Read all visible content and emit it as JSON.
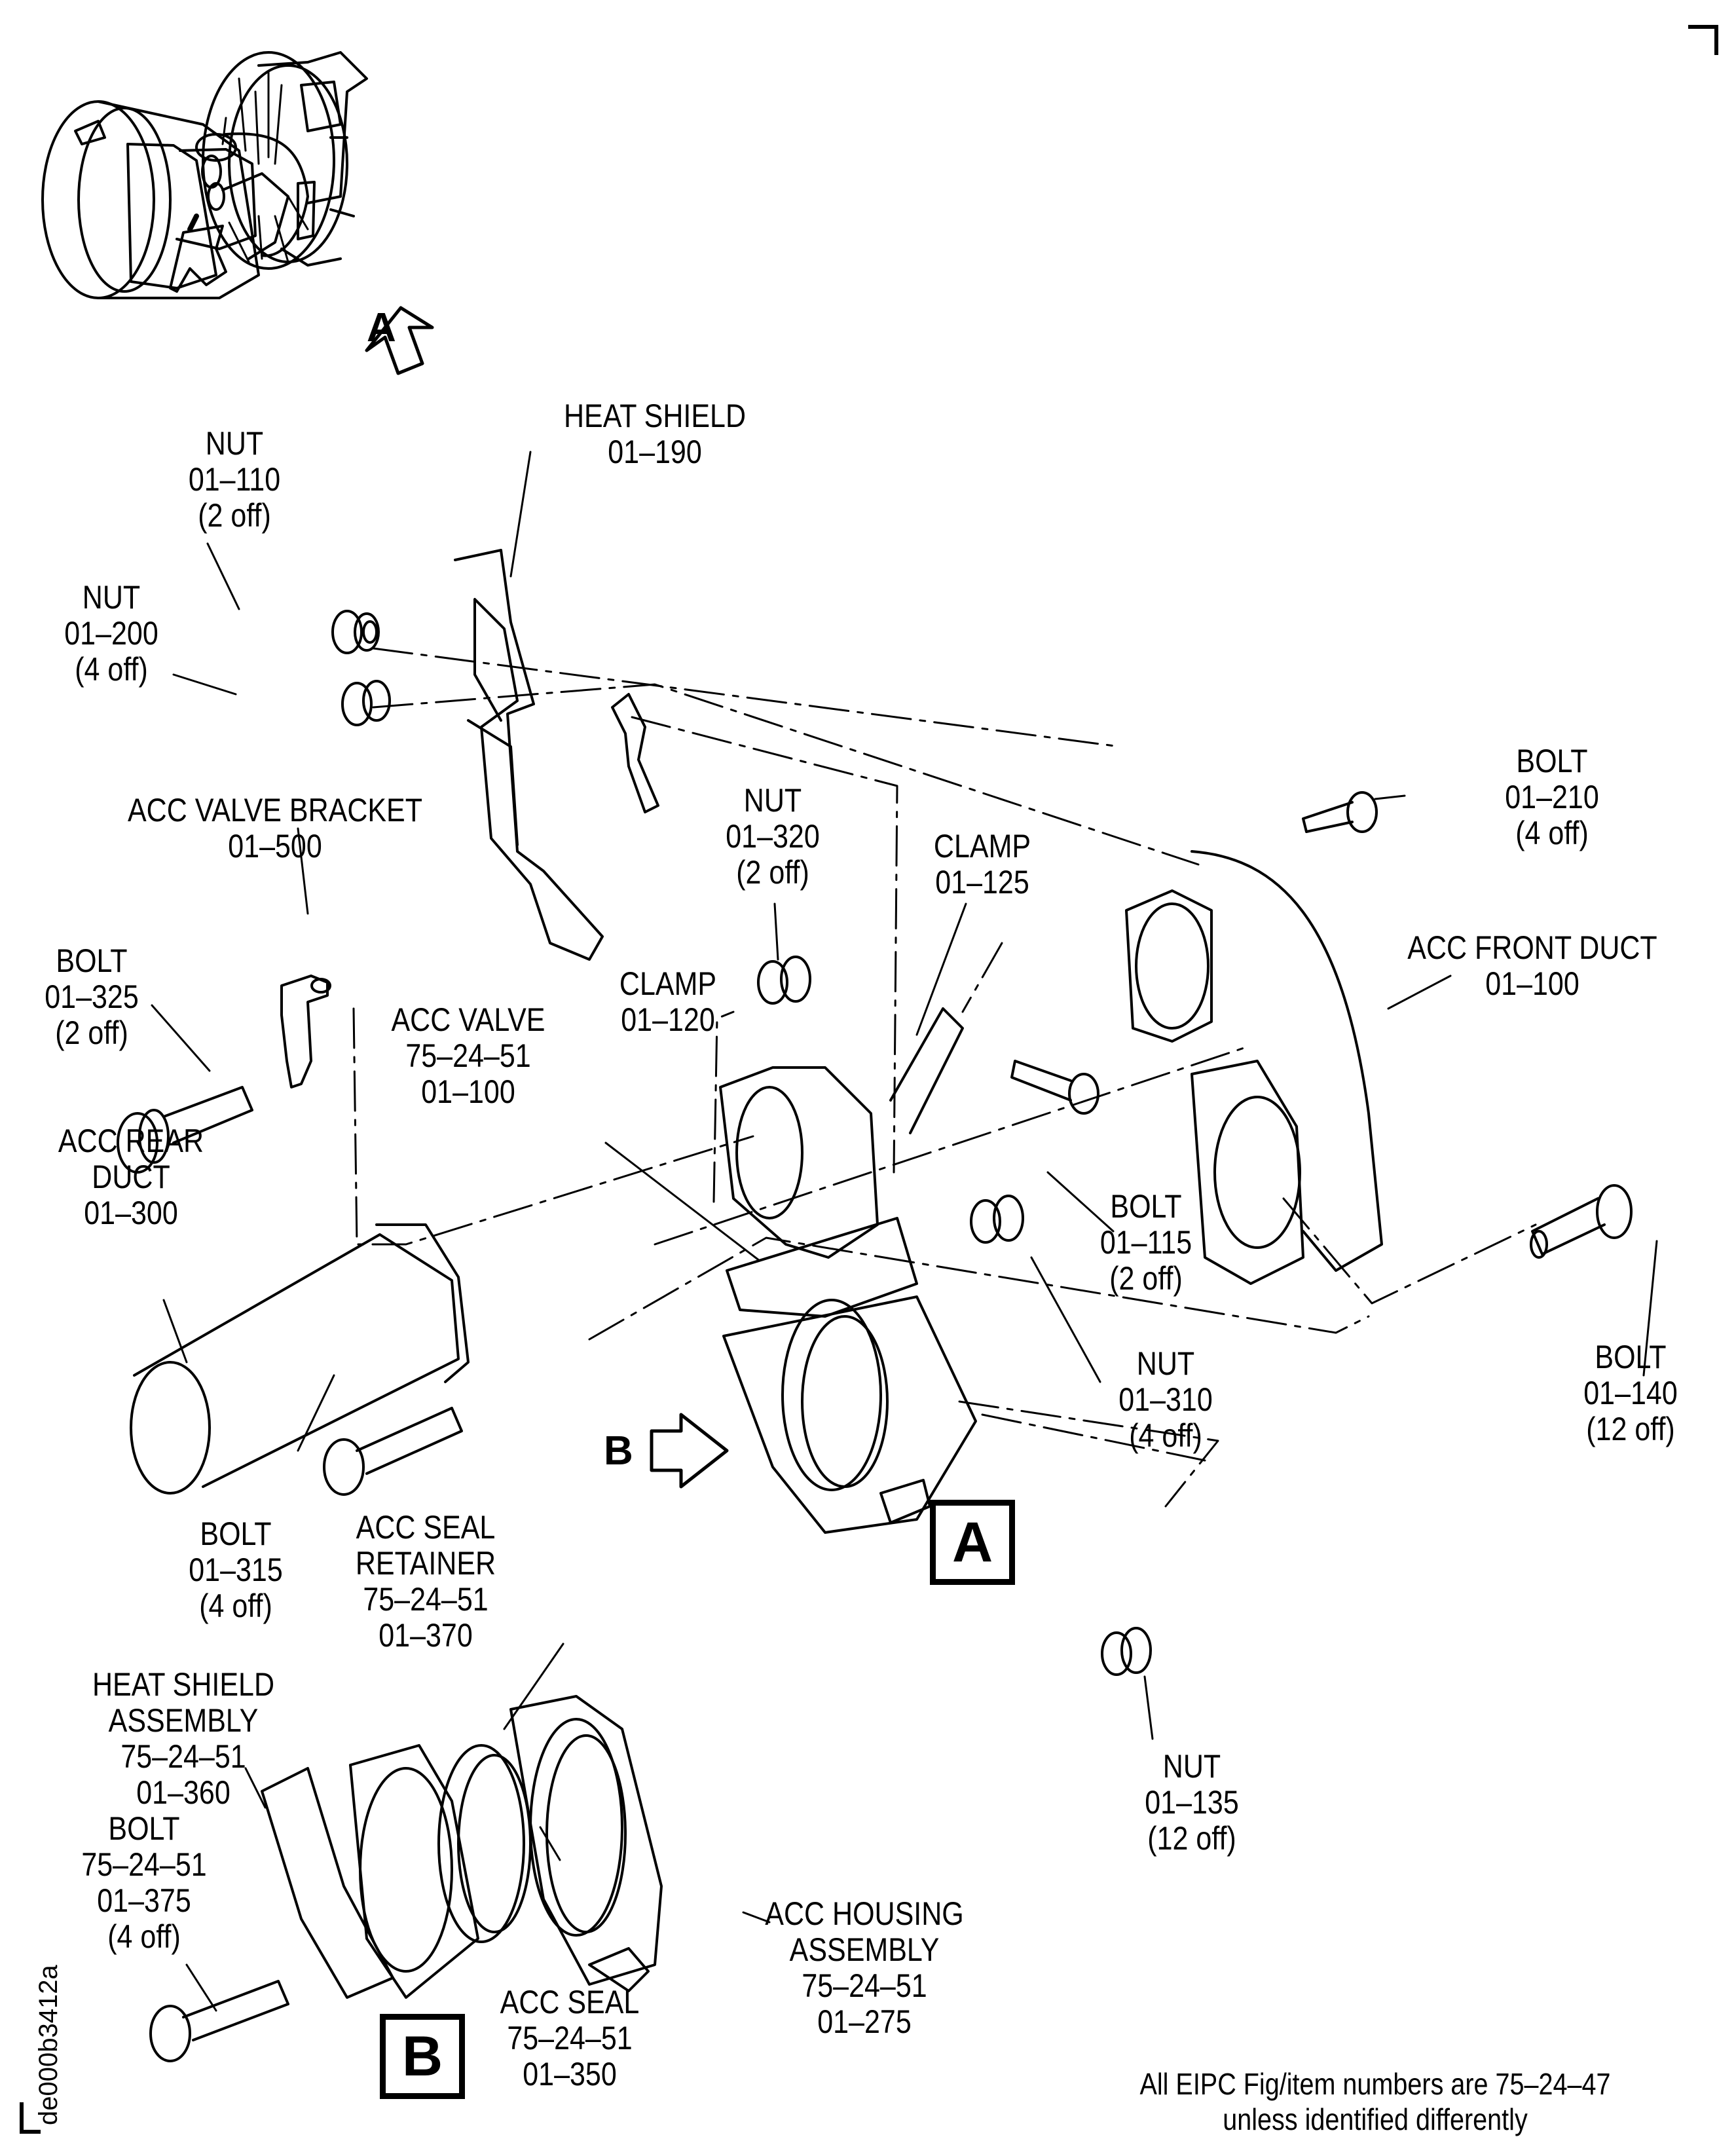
{
  "document": {
    "type": "Exploded parts illustration",
    "drawing_id": "de000b3412a",
    "footnote": [
      "All EIPC Fig/item numbers are 75–24–47",
      "unless identified differently"
    ],
    "view_markers": {
      "engine_view_arrow": "A",
      "detail_box_a": "A",
      "detail_box_b": "B",
      "view_arrow_b": "B"
    }
  },
  "callouts": [
    {
      "id": "nut-01-110",
      "lines": [
        "NUT",
        "01–110",
        "(2 off)"
      ]
    },
    {
      "id": "heat-shield-01-190",
      "lines": [
        "HEAT SHIELD",
        "01–190"
      ]
    },
    {
      "id": "nut-01-200",
      "lines": [
        "NUT",
        "01–200",
        "(4 off)"
      ]
    },
    {
      "id": "acc-valve-bracket-01-500",
      "lines": [
        "ACC VALVE BRACKET",
        "01–500"
      ]
    },
    {
      "id": "nut-01-320",
      "lines": [
        "NUT",
        "01–320",
        "(2 off)"
      ]
    },
    {
      "id": "clamp-01-125",
      "lines": [
        "CLAMP",
        "01–125"
      ]
    },
    {
      "id": "bolt-01-210",
      "lines": [
        "BOLT",
        "01–210",
        "(4 off)"
      ]
    },
    {
      "id": "acc-front-duct-01-100",
      "lines": [
        "ACC FRONT DUCT",
        "01–100"
      ]
    },
    {
      "id": "clamp-01-120",
      "lines": [
        "CLAMP",
        "01–120"
      ]
    },
    {
      "id": "bolt-01-325",
      "lines": [
        "BOLT",
        "01–325",
        "(2 off)"
      ]
    },
    {
      "id": "acc-valve-01-100",
      "lines": [
        "ACC VALVE",
        "75–24–51",
        "01–100"
      ]
    },
    {
      "id": "acc-rear-duct-01-300",
      "lines": [
        "ACC REAR",
        "DUCT",
        "01–300"
      ]
    },
    {
      "id": "bolt-01-115",
      "lines": [
        "BOLT",
        "01–115",
        "(2 off)"
      ]
    },
    {
      "id": "nut-01-310",
      "lines": [
        "NUT",
        "01–310",
        "(4 off)"
      ]
    },
    {
      "id": "bolt-01-140",
      "lines": [
        "BOLT",
        "01–140",
        "(12 off)"
      ]
    },
    {
      "id": "bolt-01-315",
      "lines": [
        "BOLT",
        "01–315",
        "(4 off)"
      ]
    },
    {
      "id": "acc-seal-retainer-01-370",
      "lines": [
        "ACC SEAL",
        "RETAINER",
        "75–24–51",
        "01–370"
      ]
    },
    {
      "id": "heat-shield-assembly-01-360",
      "lines": [
        "HEAT SHIELD",
        "ASSEMBLY",
        "75–24–51",
        "01–360"
      ]
    },
    {
      "id": "bolt-01-375",
      "lines": [
        "BOLT",
        "75–24–51",
        "01–375",
        "(4 off)"
      ]
    },
    {
      "id": "acc-seal-01-350",
      "lines": [
        "ACC SEAL",
        "75–24–51",
        "01–350"
      ]
    },
    {
      "id": "acc-housing-assembly-01-275",
      "lines": [
        "ACC HOUSING",
        "ASSEMBLY",
        "75–24–51",
        "01–275"
      ]
    },
    {
      "id": "nut-01-135",
      "lines": [
        "NUT",
        "01–135",
        "(12 off)"
      ]
    }
  ]
}
